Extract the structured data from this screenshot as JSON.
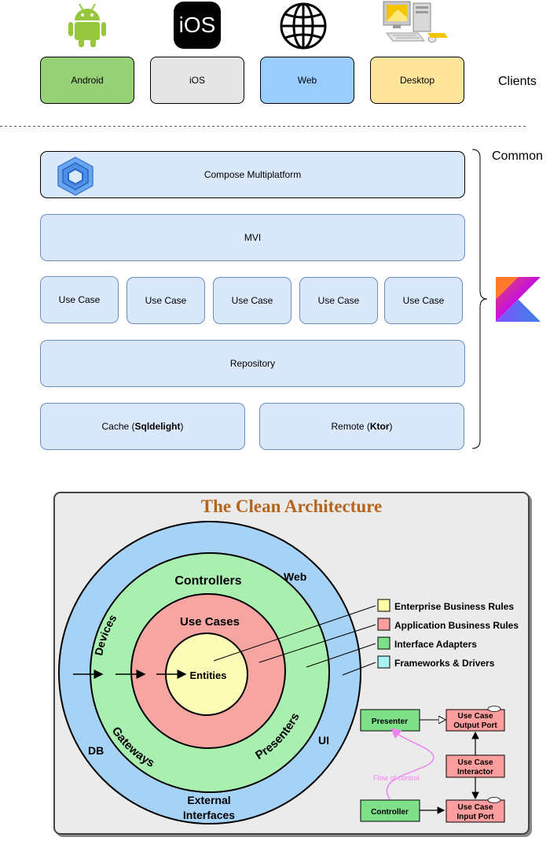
{
  "clients": {
    "section_label": "Clients",
    "items": [
      {
        "label": "Android",
        "color": "#97d077",
        "icon": "android-icon"
      },
      {
        "label": "iOS",
        "color": "#e6e6e6",
        "icon": "ios-icon",
        "icon_text": "iOS"
      },
      {
        "label": "Web",
        "color": "#99ccff",
        "icon": "globe-icon"
      },
      {
        "label": "Desktop",
        "color": "#ffe599",
        "icon": "desktop-computer-icon"
      }
    ]
  },
  "common": {
    "section_label": "Common",
    "compose": "Compose Multiplatform",
    "mvi": "MVI",
    "use_cases": [
      "Use Case",
      "Use Case",
      "Use Case",
      "Use Case",
      "Use Case"
    ],
    "repository": "Repository",
    "cache": {
      "prefix": "Cache (",
      "bold": "Sqldelight",
      "suffix": ")"
    },
    "remote": {
      "prefix": "Remote (",
      "bold": "Ktor",
      "suffix": ")"
    },
    "box_fill": "#dae8fc",
    "box_stroke": "#6c8ebf",
    "logo_icon": "kotlin-logo-icon"
  },
  "clean_architecture": {
    "title": "The Clean Architecture",
    "title_color": "#b5651d",
    "rings": {
      "outer": {
        "labels": [
          "Devices",
          "Web",
          "DB",
          "UI",
          "External",
          "Interfaces"
        ],
        "color": "#a6d2f5"
      },
      "adapters": {
        "labels": [
          "Controllers",
          "Gateways",
          "Presenters"
        ],
        "color": "#a9f0b0"
      },
      "use_cases": {
        "label": "Use Cases",
        "color": "#f6a5a1"
      },
      "entities": {
        "label": "Entities",
        "color": "#fcfcb7"
      }
    },
    "legend": [
      {
        "label": "Enterprise Business Rules",
        "color": "#ffffa6"
      },
      {
        "label": "Application Business Rules",
        "color": "#ff9e9e"
      },
      {
        "label": "Interface Adapters",
        "color": "#7fe08a"
      },
      {
        "label": "Frameworks & Drivers",
        "color": "#a6f2f2"
      }
    ],
    "flow": {
      "presenter": "Presenter",
      "controller": "Controller",
      "output_port": [
        "Use Case",
        "Output Port"
      ],
      "interactor": [
        "Use Case",
        "Interactor"
      ],
      "input_port": [
        "Use Case",
        "Input Port"
      ],
      "flow_label": "Flow of control",
      "flow_color": "#ee82ee"
    }
  }
}
